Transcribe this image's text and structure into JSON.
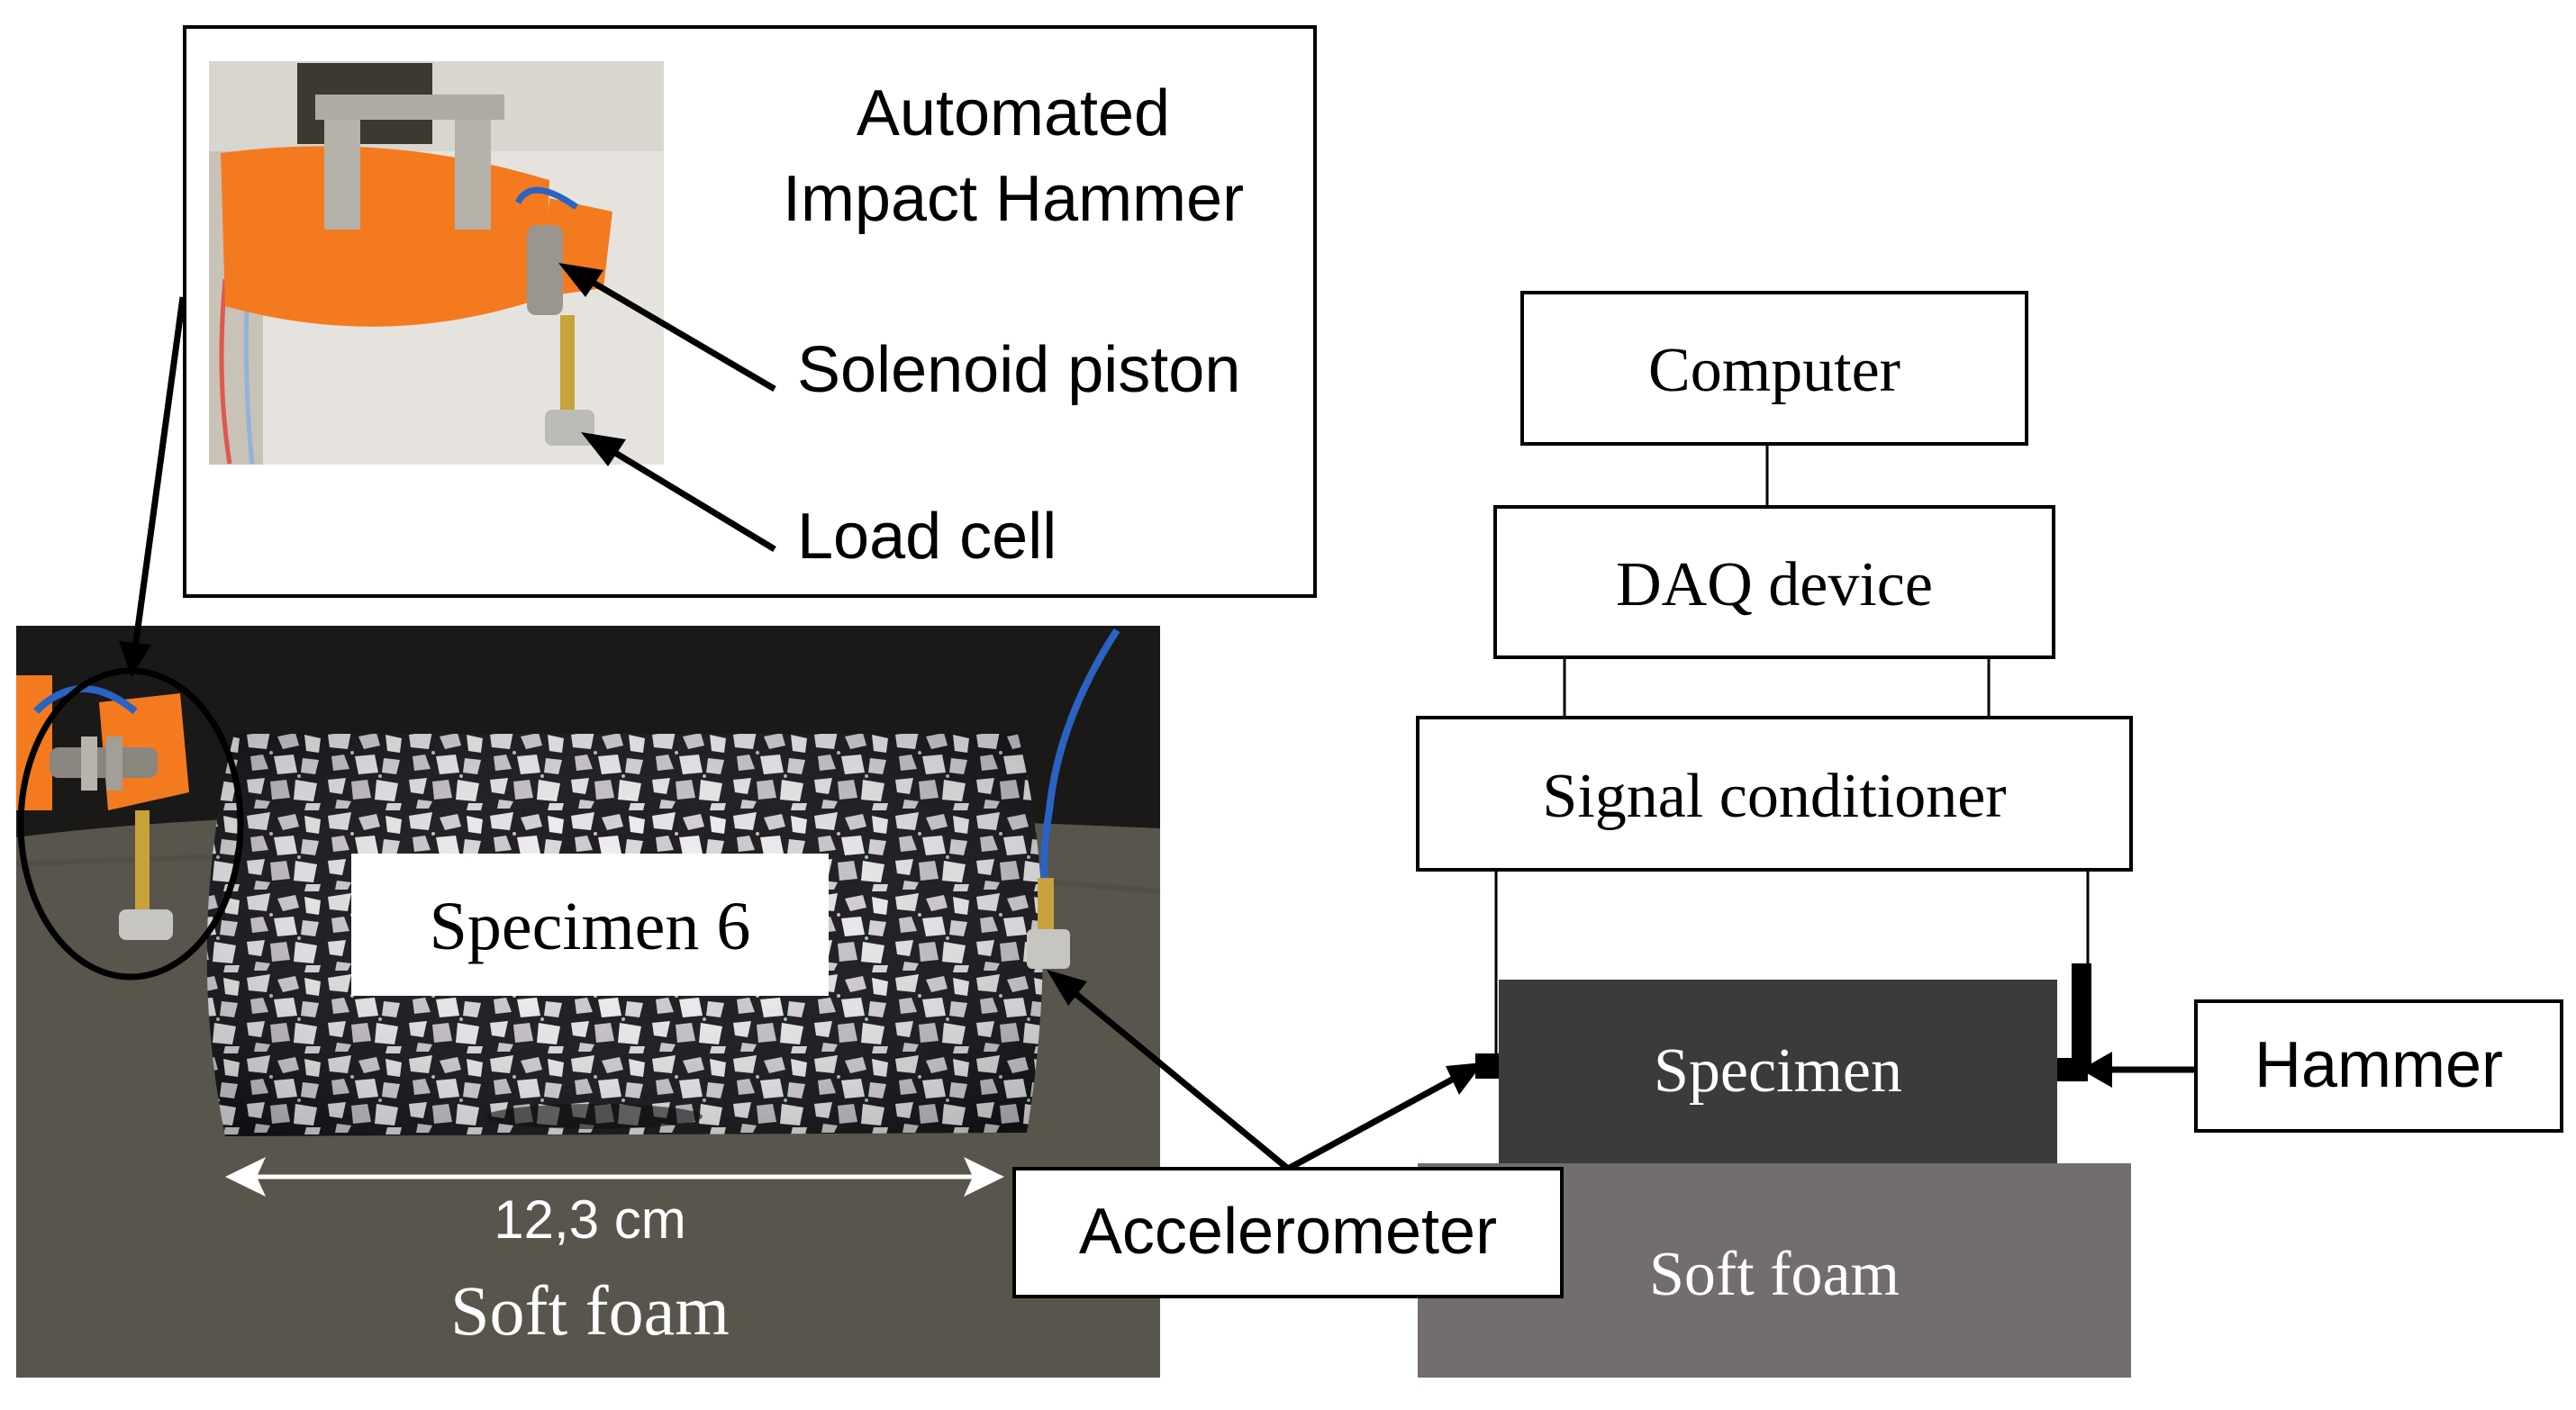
{
  "inset": {
    "title_line1": "Automated",
    "title_line2": "Impact Hammer",
    "solenoid_label": "Solenoid piston",
    "loadcell_label": "Load cell"
  },
  "photo": {
    "specimen_label": "Specimen 6",
    "dimension_label": "12,3 cm",
    "foam_label": "Soft foam"
  },
  "schematic": {
    "computer_label": "Computer",
    "daq_label": "DAQ device",
    "conditioner_label": "Signal conditioner",
    "specimen_label": "Specimen",
    "foam_label": "Soft foam",
    "hammer_label": "Hammer",
    "accelerometer_label": "Accelerometer"
  },
  "colors": {
    "photo_background": "#1a1918",
    "foam_surface": "#58554c",
    "specimen_block": "#3b3b3b",
    "foam_block": "#736d6d",
    "orange_tape": "#f47a1f",
    "cable_blue": "#2a63c4"
  }
}
